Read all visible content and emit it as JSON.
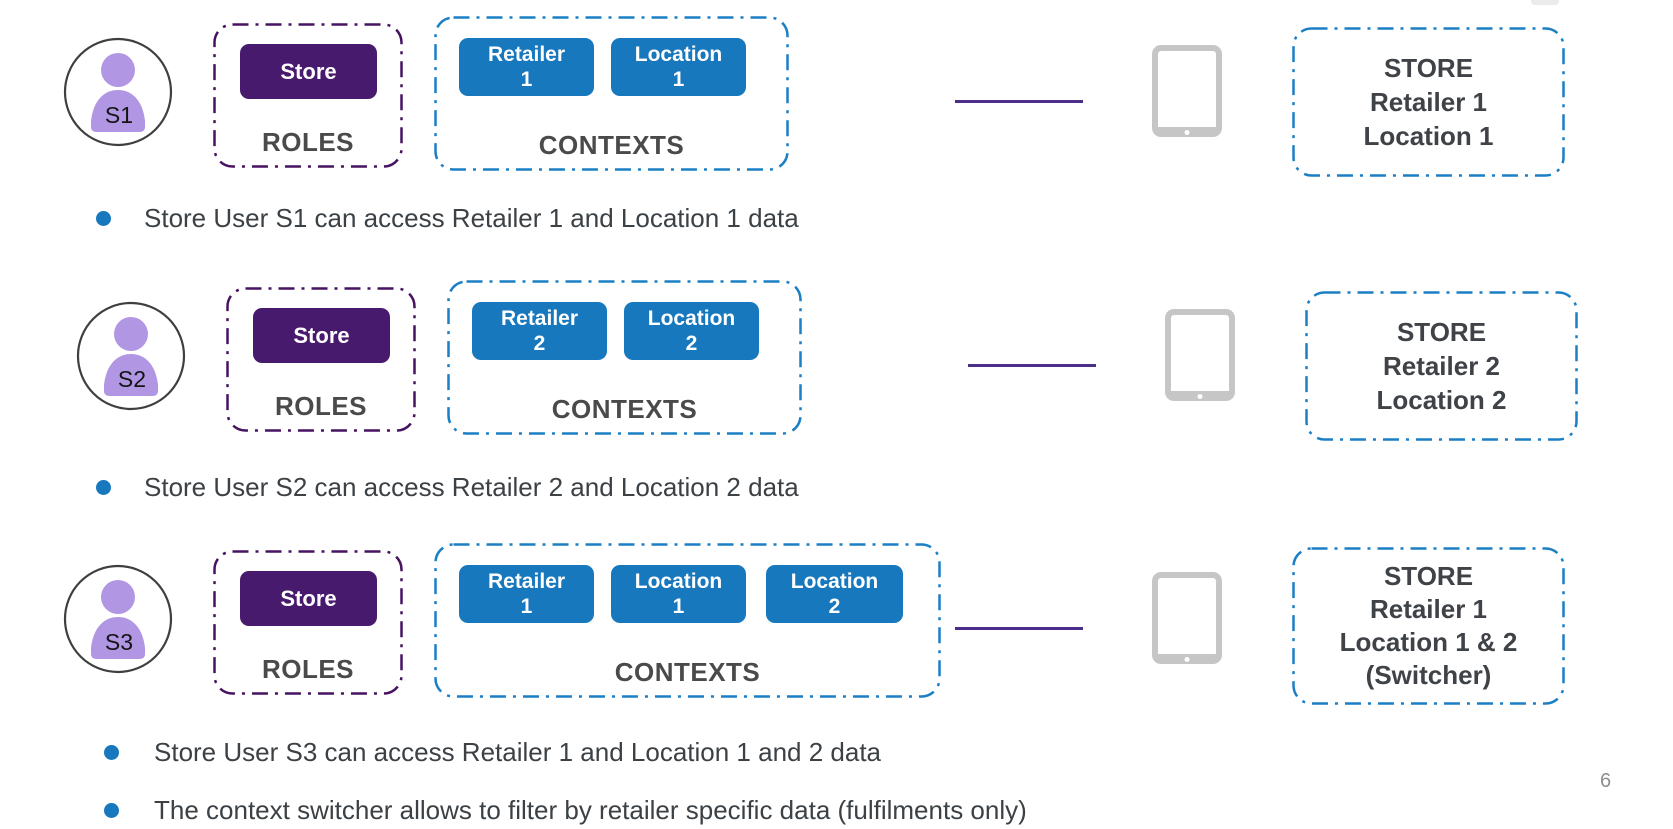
{
  "slide": {
    "page_number": "6",
    "rows": [
      {
        "user": "S1",
        "roles": {
          "label": "ROLES",
          "items": [
            "Store"
          ]
        },
        "contexts": {
          "label": "CONTEXTS",
          "items": [
            {
              "line1": "Retailer",
              "line2": "1"
            },
            {
              "line1": "Location",
              "line2": "1"
            }
          ]
        },
        "device": {
          "lines": [
            "STORE",
            "Retailer 1",
            "Location 1"
          ]
        }
      },
      {
        "user": "S2",
        "roles": {
          "label": "ROLES",
          "items": [
            "Store"
          ]
        },
        "contexts": {
          "label": "CONTEXTS",
          "items": [
            {
              "line1": "Retailer",
              "line2": "2"
            },
            {
              "line1": "Location",
              "line2": "2"
            }
          ]
        },
        "device": {
          "lines": [
            "STORE",
            "Retailer 2",
            "Location 2"
          ]
        }
      },
      {
        "user": "S3",
        "roles": {
          "label": "ROLES",
          "items": [
            "Store"
          ]
        },
        "contexts": {
          "label": "CONTEXTS",
          "items": [
            {
              "line1": "Retailer",
              "line2": "1"
            },
            {
              "line1": "Location",
              "line2": "1"
            },
            {
              "line1": "Location",
              "line2": "2"
            }
          ]
        },
        "device": {
          "lines": [
            "STORE",
            "Retailer 1",
            "Location 1 & 2",
            "(Switcher)"
          ]
        }
      }
    ],
    "bullets": [
      "Store User S1 can access Retailer 1 and Location 1 data",
      "Store User S2 can access Retailer 2 and Location 2 data",
      "Store User S3 can access Retailer 1 and Location 1 and 2 data",
      "The context switcher allows to filter by retailer specific data (fulfilments only)"
    ],
    "colors": {
      "role_button": "#481A6E",
      "roles_border": "#471361",
      "context_button": "#1878BE",
      "contexts_border": "#1B7FC5",
      "device_box_border": "#1B7FC5",
      "connector_line": "#4B2E8C",
      "avatar_fill": "#B196E3",
      "bullet_dot": "#1878BE",
      "body_text": "#3C4145",
      "tablet_gray": "#C6C6C6"
    }
  }
}
